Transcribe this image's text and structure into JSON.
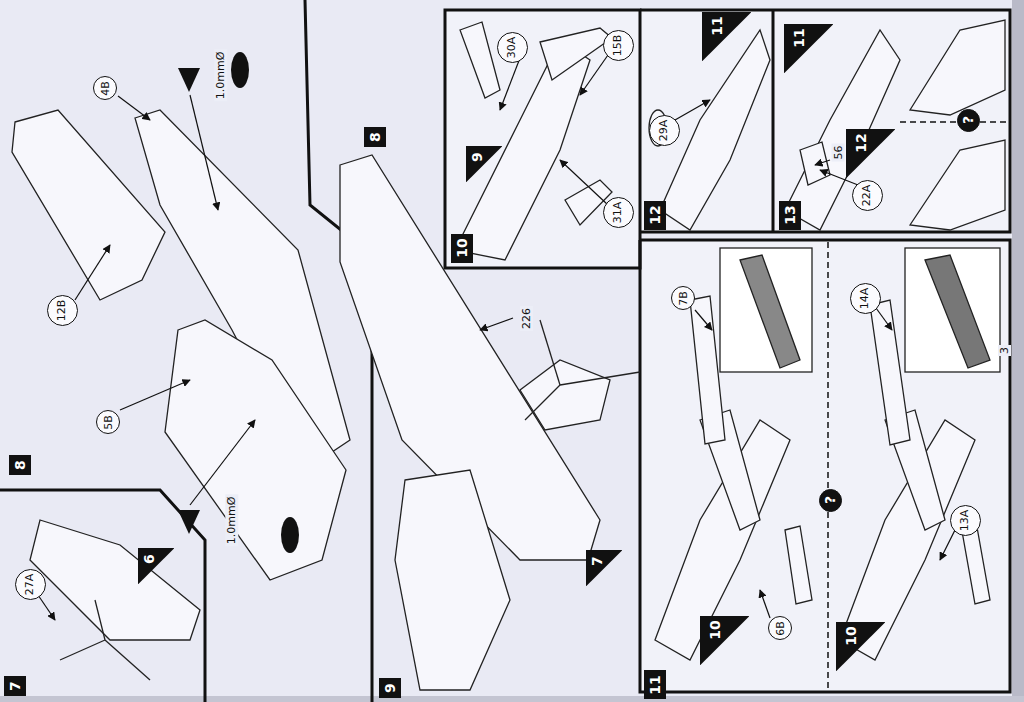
{
  "diagram": {
    "nodes": [
      {
        "text": [
          "7"
        ]
      },
      {
        "text": [
          "27A"
        ]
      },
      {
        "text": [
          "6"
        ]
      },
      {
        "text": [
          "8"
        ]
      },
      {
        "text": [
          "4B"
        ]
      },
      {
        "text": [
          "12B"
        ]
      },
      {
        "text": [
          "5B"
        ]
      },
      {
        "text": [
          "8"
        ]
      },
      {
        "text": [
          "7"
        ]
      },
      {
        "text": [
          "9"
        ]
      },
      {
        "text": [
          "10"
        ]
      },
      {
        "text": [
          "9"
        ]
      },
      {
        "text": [
          "30A"
        ]
      },
      {
        "text": [
          "15B"
        ]
      },
      {
        "text": [
          "31A"
        ]
      },
      {
        "text": [
          "12"
        ]
      },
      {
        "text": [
          "29A"
        ]
      },
      {
        "text": [
          "11"
        ]
      },
      {
        "text": [
          "13"
        ]
      },
      {
        "text": [
          "11"
        ]
      },
      {
        "text": [
          "22A"
        ]
      },
      {
        "text": [
          "12"
        ]
      },
      {
        "text": [
          "11"
        ]
      },
      {
        "text": [
          "7B"
        ]
      },
      {
        "text": [
          "10"
        ]
      },
      {
        "text": [
          "6B"
        ]
      },
      {
        "text": [
          "14A"
        ]
      },
      {
        "text": [
          "10"
        ]
      },
      {
        "text": [
          "13A"
        ]
      },
      {
        "text": [
          "?"
        ]
      },
      {
        "text": [
          "?"
        ]
      }
    ],
    "labels": [
      "1.0mmØ",
      "1.0mmØ",
      "226",
      "56",
      "3"
    ]
  }
}
